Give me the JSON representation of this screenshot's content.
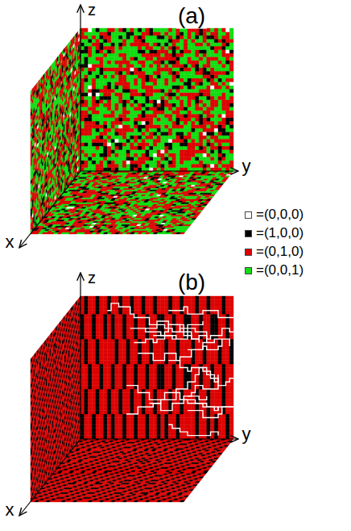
{
  "diagram": {
    "labels": [
      "(a)",
      "z",
      "y",
      "x",
      "(b)",
      "z",
      "y",
      "x"
    ],
    "legend": [
      {
        "text": "=(0,0,0)",
        "color": "#ffffff"
      },
      {
        "text": "=(1,0,0)",
        "color": "#000000"
      },
      {
        "text": "=(0,1,0)",
        "color": "#dd0000"
      },
      {
        "text": "=(0,0,1)",
        "color": "#11dd11"
      }
    ]
  }
}
